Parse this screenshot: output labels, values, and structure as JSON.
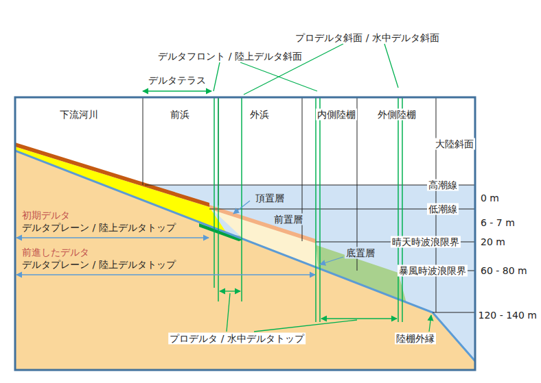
{
  "diagram": {
    "labels": [
      "プロデルタ斜面 / 水中デルタ斜面",
      "デルタフロント / 陸上デルタ斜面",
      "デルタテラス",
      "下流河川",
      "前浜",
      "外浜",
      "内側陸棚",
      "外側陸棚",
      "大陸斜面",
      "高潮線",
      "0 m",
      "頂置層",
      "低潮線",
      "初期デルタ",
      "デルタプレーン / 陸上デルタトップ",
      "前置層",
      "6 - 7 m",
      "晴天時波浪限界",
      "20 m",
      "前進したデルタ",
      "デルタプレーン / 陸上デルタトップ",
      "底置層",
      "暴風時波浪限界",
      "60 - 80 m",
      "120 - 140 m",
      "プロデルタ / 水中デルタトップ",
      "陸棚外縁"
    ]
  }
}
